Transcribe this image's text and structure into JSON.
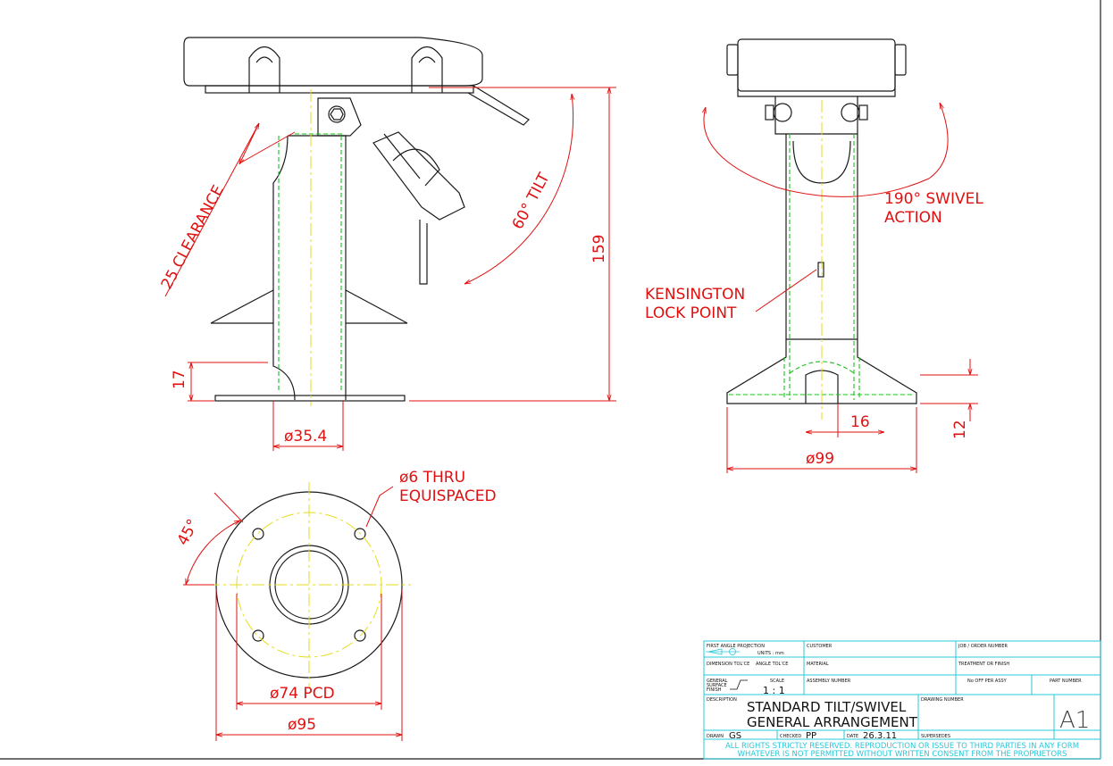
{
  "drawing": {
    "dims": {
      "clearance": "25 CLEARANCE",
      "tilt": "60° TILT",
      "height": "159",
      "base_h": "17",
      "dia_tube": "ø35.4",
      "swivel": "190° SWIVEL",
      "swivel2": "ACTION",
      "kensington": "KENSINGTON",
      "kensington2": "LOCK POINT",
      "d16": "16",
      "d12": "12",
      "d99": "ø99",
      "hole": "ø6 THRU",
      "hole2": "EQUISPACED",
      "angle45": "45°",
      "pcd": "ø74 PCD",
      "d95": "ø95"
    }
  },
  "title_block": {
    "projection": "FIRST ANGLE PROJECTION",
    "units": "UNITS : mm",
    "customer": "CUSTOMER",
    "job": "JOB / ORDER NUMBER",
    "dim_tol": "DIMENSION TOL'CE",
    "angle_tol": "ANGLE TOL'CE",
    "material": "MATERIAL",
    "treatment": "TREATMENT OR FINISH",
    "general": "GENERAL",
    "surface": "SURFACE",
    "finish": "FINISH",
    "scale_label": "SCALE",
    "scale": "1 : 1",
    "assembly": "ASSEMBLY NUMBER",
    "no_off": "No OFF PER ASSY",
    "part": "PART NUMBER",
    "description_label": "DESCRIPTION",
    "description1": "STANDARD TILT/SWIVEL",
    "description2": "GENERAL ARRANGEMENT",
    "drawing_number": "DRAWING NUMBER",
    "sheet_size": "A1",
    "drawn_label": "DRAWN",
    "drawn": "GS",
    "checked_label": "CHECKED",
    "checked": "PP",
    "date_label": "DATE",
    "date": "26.3.11",
    "supersedes": "SUPERSEDES",
    "rights1": "ALL RIGHTS STRICTLY RESERVED. REPRODUCTION OR ISSUE TO THIRD PARTIES IN ANY FORM",
    "rights2": "WHATEVER IS NOT PERMITTED WITHOUT WRITTEN CONSENT FROM THE PROPRIETORS"
  },
  "colors": {
    "outline": "#1a1a1a",
    "dimension": "#e01010",
    "hidden": "#19c219",
    "centerline": "#e6dc1c",
    "titleblock_frame": "#27c8d8"
  }
}
